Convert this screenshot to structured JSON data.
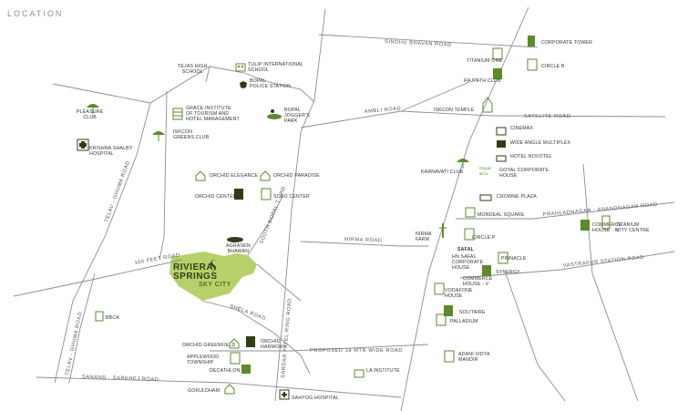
{
  "header": {
    "title": "LOCATION"
  },
  "colors": {
    "road": "#8a8f93",
    "accent": "#b7d16a",
    "icon": "#5d8a2a",
    "text": "#333333"
  },
  "project": {
    "line1": "RIVIERA",
    "line2": "SPRINGS",
    "line3": "SKY CITY"
  },
  "roads": {
    "sindhu_bhavan": "SINDHU BHAVAN ROAD",
    "ambli": "AMBLI ROAD",
    "satelite": "SATELITE ROAD",
    "prahladnagar": "PRAHLADNAGAR - ANANDNAGAR ROAD",
    "vastrapur": "VASTRAPUR STATION ROAD",
    "nirma": "NIRMA ROAD",
    "feet100": "100 FEET ROAD",
    "shela": "SHELA ROAD",
    "proposed18": "PROPOSED 18 MTR WIDE ROAD",
    "sanand": "SANAND - SARKHEJ ROAD",
    "telav_ghuma": "TELAV - GHUMA ROAD",
    "telav_ghuma2": "TELAV - GHUMA ROAD",
    "south_bopal": "SOUTH BOPAL T - RD",
    "sardar_patel": "SARDAR PATEL RING ROAD"
  },
  "landmarks": {
    "tejas": "TEJAS HIGH\nSCHOOL",
    "tulip": "TULIP INTERNATIONAL\nSCHOOL",
    "bopal_police": "BOPAL\nPOLICE STATION",
    "pleasure": "PLEASURE\nCLUB",
    "grace": "GRACE INSTITUTE\nOF TOURISM AND\nHOTEL MANAGEMENT",
    "joggers": "BOPAL\nJOGGER'S\nPARK",
    "iskcon_greens": "ISKCON\nGREENS CLUB",
    "krishna": "KRISHNA SHALBY\nHOSPITAL",
    "orchid_elegance": "ORCHID ELEGANCE",
    "orchid_paradise": "ORCHID PARADISE",
    "orchid_center": "ORCHID CENTER",
    "sobo": "SOBO CENTER",
    "agrasen": "AGRASEN\nBHAWAN",
    "bbca": "BBCA",
    "orchid_greenfield": "ORCHID GREENFIELD",
    "orchid_harmony": "ORCHID\nHARMONY",
    "applewood": "APPLEWOOD\nTOWNSHIP",
    "decathlon": "DECATHLON",
    "gokuldham": "GOKULDHAM",
    "sahyog": "SAHYOG HOSPITAL",
    "la_institute": "LA INSTITUTE",
    "adani": "ADANI VIDYA\nMANDIR",
    "corporate_tower": "CORPORATE TOWER",
    "titanium_one": "TITANIUM ONE",
    "circle_b": "CIRCLE B",
    "rajpath": "RAJPATH CLUB",
    "iskcon_temple": "ISKCON TEMPLE",
    "cinemax": "CINEMAX",
    "wide_angle": "WIDE ANGLE MULTIPLEX",
    "novotel": "HOTEL NOVOTEL",
    "karnavati": "KARNAVATI CLUB",
    "goyal": "GOYAL CORPORATE\nHOUSE",
    "crowne": "CROWNE PLAZA",
    "mondeal": "MONDEAL SQUARE",
    "commerce4": "COMMERCE\nHOUSE - IV",
    "titanium_city": "TITANIUM\nCITY CENTRE",
    "nirma_farm": "NIRMA\nFARM",
    "circle_p": "CIRCLE P",
    "safal_logo": "SAFAL",
    "hn_safal": "HN SAFAL\nCORPORATE\nHOUSE",
    "pinnacle": "PINNACLE",
    "synergy": "SYNERGY",
    "commerce5": "COMMERCE\nHOUSE - V",
    "vodafone": "VODAFONE\nHOUSE",
    "solitaire": "SOLITAIRE",
    "palladium": "PALLADIUM",
    "goyal_logo": "Goyal\n&Co."
  }
}
